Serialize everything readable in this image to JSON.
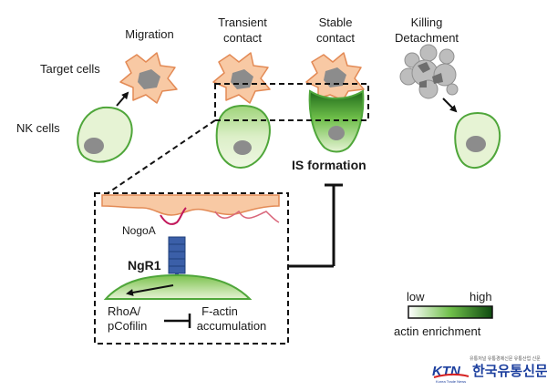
{
  "colors": {
    "target_fill": "#f8c9a4",
    "target_stroke": "#e38a55",
    "nk_fill_light": "#e6f3d4",
    "nk_fill_dark": "#1f6b1a",
    "nk_stroke": "#4fa63a",
    "nucleus": "#8c8c8c",
    "dead_cell": "#bdbdbd",
    "brand_blue": "#1c3f9e",
    "brand_red": "#d62020"
  },
  "stages": {
    "migration": "Migration",
    "transient": [
      "Transient",
      "contact"
    ],
    "stable": [
      "Stable",
      "contact"
    ],
    "killing": [
      "Killing",
      "Detachment"
    ]
  },
  "labels": {
    "target_cells": "Target cells",
    "nk_cells": "NK cells",
    "is_formation": "IS formation",
    "nogoa": "NogoA",
    "ngr1": "NgR1",
    "rhoa": [
      "RhoA/",
      "pCofilin"
    ],
    "factin": [
      "F-actin",
      "accumulation"
    ]
  },
  "legend": {
    "low": "low",
    "high": "high",
    "caption": "actin enrichment"
  },
  "brand": {
    "tagline": "유통저널 유통경제신문 유통산업 신문",
    "logo": "KTN",
    "logo_sub": "Korea Trade News",
    "name": "한국유통신문"
  },
  "icons": {
    "inhibit": "t-bar-inhibit-icon",
    "arrow": "arrow-icon"
  }
}
